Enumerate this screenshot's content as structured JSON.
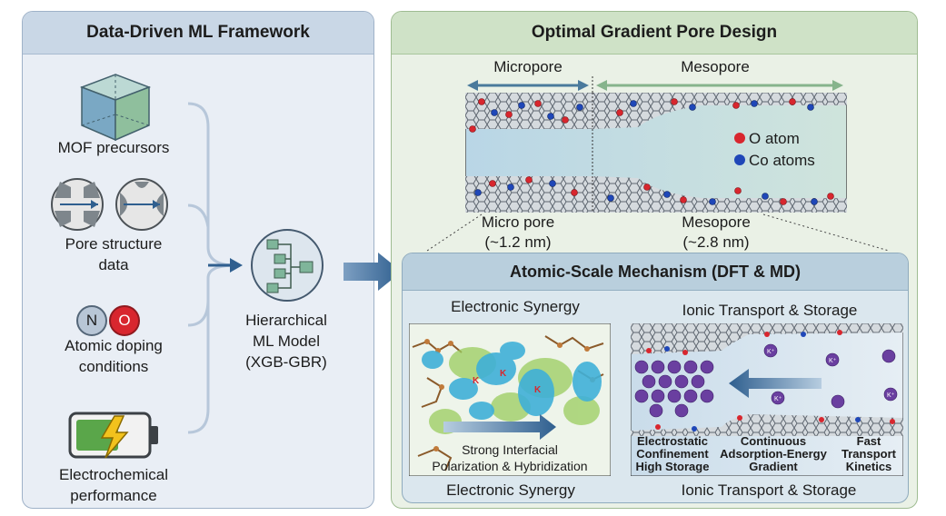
{
  "colors": {
    "left_panel_bg": "#e9eef5",
    "left_header_bg": "#c9d7e6",
    "right_panel_bg": "#eaf1e6",
    "right_header_bg": "#cfe2c7",
    "mechanism_bg": "#dbe7ee",
    "mechanism_header_bg": "#b9cfdd",
    "arrow_blue": "#2f5f8f",
    "oxygen_red": "#d8262e",
    "cobalt_blue": "#1f47b8",
    "potassium_purple": "#6a3fa0",
    "graphene_grey": "#5e6670"
  },
  "left_panel": {
    "title": "Data-Driven ML Framework",
    "inputs": [
      {
        "label": "MOF precursors",
        "icon": "cube-icon"
      },
      {
        "label_line1": "Pore structure",
        "label_line2": "data",
        "icon": "pore-structure-icon"
      },
      {
        "label_line1": "Atomic doping",
        "label_line2": "conditions",
        "icon": "atom-badge-icon",
        "badges": [
          "N",
          "O"
        ]
      },
      {
        "label_line1": "Electrochemical",
        "label_line2": "performance",
        "icon": "battery-icon"
      }
    ],
    "model": {
      "line1": "Hierarchical",
      "line2": "ML Model",
      "line3": "(XGB-GBR)",
      "icon": "tree-model-icon"
    }
  },
  "right_panel": {
    "title": "Optimal Gradient Pore Design",
    "micropore_label": "Micropore",
    "mesopore_label": "Mesopore",
    "legend": [
      {
        "label": "O atom",
        "color": "#d8262e"
      },
      {
        "label": "Co atoms",
        "color": "#1f47b8"
      }
    ],
    "micro_caption_line1": "Micro pore",
    "micro_caption_line2": "(~1.2 nm)",
    "meso_caption_line1": "Mesopore",
    "meso_caption_line2": "(~2.8 nm)"
  },
  "mechanism": {
    "title": "Atomic-Scale Mechanism (DFT & MD)",
    "left_top_label": "Electronic Synergy",
    "left_bottom_label": "Electronic Synergy",
    "left_note_line1": "Strong Interfacial",
    "left_note_line2": "Polarization & Hybridization",
    "k_label": "K",
    "kplus_label": "K⁺",
    "right_top_label": "Ionic Transport & Storage",
    "right_bottom_label": "Ionic Transport & Storage",
    "notes": [
      {
        "line1": "Electrostatic",
        "line2": "Confinement",
        "line3": "High Storage"
      },
      {
        "line1": "Continuous",
        "line2": "Adsorption-Energy",
        "line3": "Gradient"
      },
      {
        "line1": "Fast",
        "line2": "Transport",
        "line3": "Kinetics"
      }
    ]
  }
}
